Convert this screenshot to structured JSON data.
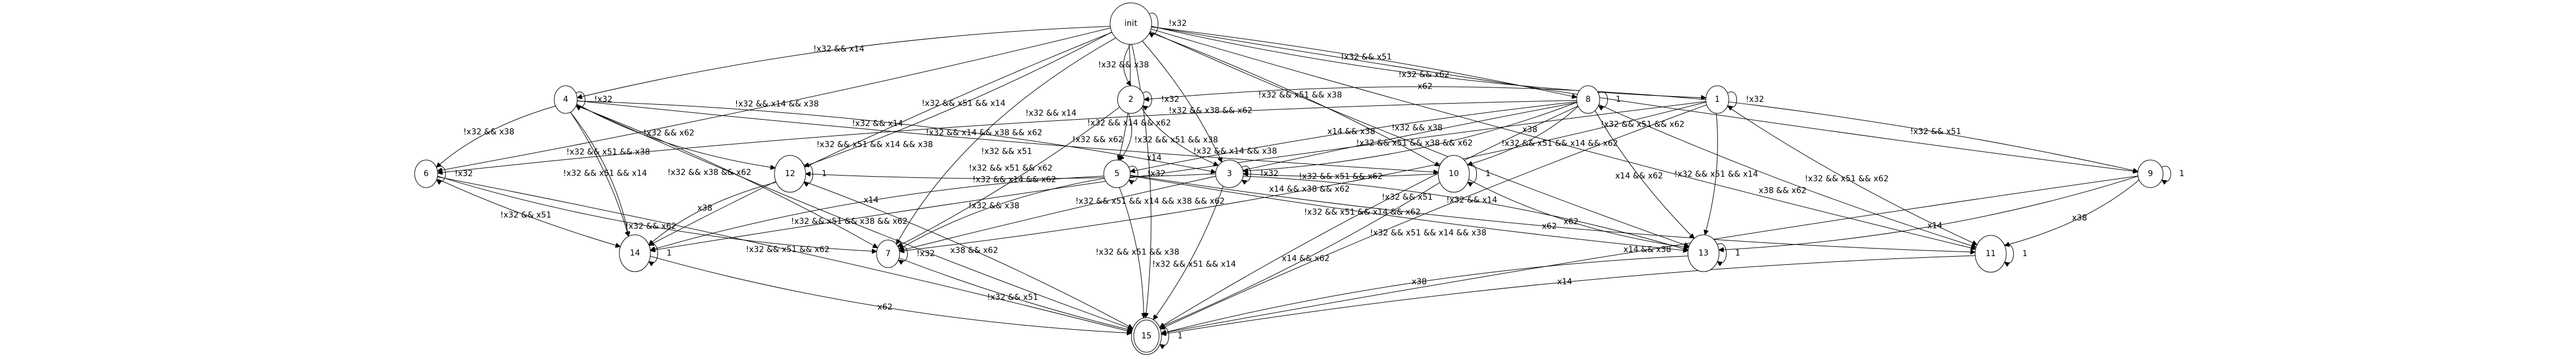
{
  "graph": {
    "type": "state-machine",
    "initial_state": "init",
    "accepting_states": [
      "15"
    ],
    "nodes": [
      {
        "id": "init",
        "label": "init"
      },
      {
        "id": "1",
        "label": "1"
      },
      {
        "id": "2",
        "label": "2"
      },
      {
        "id": "3",
        "label": "3"
      },
      {
        "id": "4",
        "label": "4"
      },
      {
        "id": "5",
        "label": "5"
      },
      {
        "id": "6",
        "label": "6"
      },
      {
        "id": "7",
        "label": "7"
      },
      {
        "id": "8",
        "label": "8"
      },
      {
        "id": "9",
        "label": "9"
      },
      {
        "id": "10",
        "label": "10"
      },
      {
        "id": "11",
        "label": "11"
      },
      {
        "id": "12",
        "label": "12"
      },
      {
        "id": "13",
        "label": "13"
      },
      {
        "id": "14",
        "label": "14"
      },
      {
        "id": "15",
        "label": "15"
      }
    ],
    "edges": [
      {
        "from": "init",
        "to": "init",
        "label": "!x32"
      },
      {
        "from": "init",
        "to": "2",
        "label": "!x32 && x38"
      },
      {
        "from": "init",
        "to": "4",
        "label": "!x32 && x14"
      },
      {
        "from": "init",
        "to": "6",
        "label": "!x32 && x14 && x38"
      },
      {
        "from": "init",
        "to": "12",
        "label": "!x32 && x51 && x14"
      },
      {
        "from": "init",
        "to": "7",
        "label": "!x32 && x14 && x38 && x62"
      },
      {
        "from": "init",
        "to": "5",
        "label": "!x32 && x14 && x62"
      },
      {
        "from": "init",
        "to": "3",
        "label": "!x32 && x38 && x62"
      },
      {
        "from": "init",
        "to": "10",
        "label": "!x32 && x51 && x38"
      },
      {
        "from": "init",
        "to": "8",
        "label": "!x32 && x51"
      },
      {
        "from": "init",
        "to": "1",
        "label": "!x32 && x62"
      },
      {
        "from": "init",
        "to": "9",
        "label": "!x32 && x51 && x62"
      },
      {
        "from": "init",
        "to": "11",
        "label": "!x32 && x51 && x14 && x62"
      },
      {
        "from": "init",
        "to": "13",
        "label": "!x32 && x51 && x38 && x62"
      },
      {
        "from": "init",
        "to": "14",
        "label": "!x32 && x51 && x14 && x38"
      },
      {
        "from": "init",
        "to": "15",
        "label": "!x32 && x51 && x14 && x38 && x62"
      },
      {
        "from": "2",
        "to": "2",
        "label": "!x32"
      },
      {
        "from": "2",
        "to": "5",
        "label": "x14"
      },
      {
        "from": "2",
        "to": "3",
        "label": "!x32 && x62"
      },
      {
        "from": "2",
        "to": "7",
        "label": "!x32 && x14 && x62"
      },
      {
        "from": "4",
        "to": "4",
        "label": "!x32"
      },
      {
        "from": "4",
        "to": "6",
        "label": "!x32 && x38"
      },
      {
        "from": "4",
        "to": "12",
        "label": "!x32 && x62"
      },
      {
        "from": "4",
        "to": "14",
        "label": "!x32 && x51 && x14"
      },
      {
        "from": "4",
        "to": "7",
        "label": "!x32 && x38 && x62"
      },
      {
        "from": "4",
        "to": "10",
        "label": "!x32 && x51"
      },
      {
        "from": "4",
        "to": "3",
        "label": "!x32 && x14"
      },
      {
        "from": "4",
        "to": "15",
        "label": "!x32 && x51 && x38 && x62"
      },
      {
        "from": "6",
        "to": "6",
        "label": "!x32"
      },
      {
        "from": "6",
        "to": "14",
        "label": "!x32 && x51"
      },
      {
        "from": "6",
        "to": "15",
        "label": "!x32 && x51 && x62"
      },
      {
        "from": "4",
        "to": "14",
        "label": "!x32 && x51 && x38"
      },
      {
        "from": "12",
        "to": "12",
        "label": "1"
      },
      {
        "from": "12",
        "to": "14",
        "label": "x38"
      },
      {
        "from": "12",
        "to": "15",
        "label": "x38 && x62"
      },
      {
        "from": "6",
        "to": "7",
        "label": "!x32 && x62"
      },
      {
        "from": "5",
        "to": "5",
        "label": "!x32"
      },
      {
        "from": "5",
        "to": "7",
        "label": "!x32 && x38"
      },
      {
        "from": "5",
        "to": "14",
        "label": "x14"
      },
      {
        "from": "5",
        "to": "15",
        "label": "!x32 && x51 && x38"
      },
      {
        "from": "5",
        "to": "13",
        "label": "!x32 && x51"
      },
      {
        "from": "5",
        "to": "11",
        "label": "x62"
      },
      {
        "from": "8",
        "to": "5",
        "label": "x14 && x38"
      },
      {
        "from": "8",
        "to": "15",
        "label": "!x32 && x51 && x14 && x62"
      },
      {
        "from": "7",
        "to": "7",
        "label": "!x32"
      },
      {
        "from": "7",
        "to": "15",
        "label": "!x32 && x51"
      },
      {
        "from": "14",
        "to": "14",
        "label": "1"
      },
      {
        "from": "14",
        "to": "15",
        "label": "x62"
      },
      {
        "from": "3",
        "to": "3",
        "label": "!x32"
      },
      {
        "from": "3",
        "to": "12",
        "label": "!x32 && x51 && x62"
      },
      {
        "from": "3",
        "to": "13",
        "label": "!x32 && x14"
      },
      {
        "from": "3",
        "to": "15",
        "label": "!x32 && x51 && x14"
      },
      {
        "from": "8",
        "to": "8",
        "label": "1"
      },
      {
        "from": "8",
        "to": "10",
        "label": "x38"
      },
      {
        "from": "8",
        "to": "6",
        "label": "!x32 && x14"
      },
      {
        "from": "8",
        "to": "3",
        "label": "!x32 && x38"
      },
      {
        "from": "8",
        "to": "13",
        "label": "x14 && x62"
      },
      {
        "from": "8",
        "to": "7",
        "label": "!x32 && x14 && x38"
      },
      {
        "from": "8",
        "to": "11",
        "label": "x38 && x62"
      },
      {
        "from": "10",
        "to": "10",
        "label": "1"
      },
      {
        "from": "10",
        "to": "15",
        "label": "x14 && x62"
      },
      {
        "from": "10",
        "to": "3",
        "label": "!x32 && x51 && x62"
      },
      {
        "from": "10",
        "to": "13",
        "label": "x62"
      },
      {
        "from": "1",
        "to": "1",
        "label": "!x32"
      },
      {
        "from": "1",
        "to": "13",
        "label": "!x32 && x51 && x14"
      },
      {
        "from": "1",
        "to": "9",
        "label": "!x32 && x51"
      },
      {
        "from": "1",
        "to": "2",
        "label": "x62"
      },
      {
        "from": "1",
        "to": "11",
        "label": "!x32 && x51 && x62"
      },
      {
        "from": "1",
        "to": "7",
        "label": "x14 && x38 && x62"
      },
      {
        "from": "1",
        "to": "15",
        "label": "!x32 && x51 && x14 && x38"
      },
      {
        "from": "9",
        "to": "9",
        "label": "1"
      },
      {
        "from": "9",
        "to": "13",
        "label": "x14"
      },
      {
        "from": "9",
        "to": "11",
        "label": "x38"
      },
      {
        "from": "9",
        "to": "15",
        "label": "x14 && x38"
      },
      {
        "from": "13",
        "to": "13",
        "label": "1"
      },
      {
        "from": "13",
        "to": "15",
        "label": "x38"
      },
      {
        "from": "11",
        "to": "11",
        "label": "1"
      },
      {
        "from": "11",
        "to": "15",
        "label": "x14"
      },
      {
        "from": "1",
        "to": "14",
        "label": "!x32 && x51 && x38"
      },
      {
        "from": "15",
        "to": "15",
        "label": "1"
      }
    ]
  }
}
